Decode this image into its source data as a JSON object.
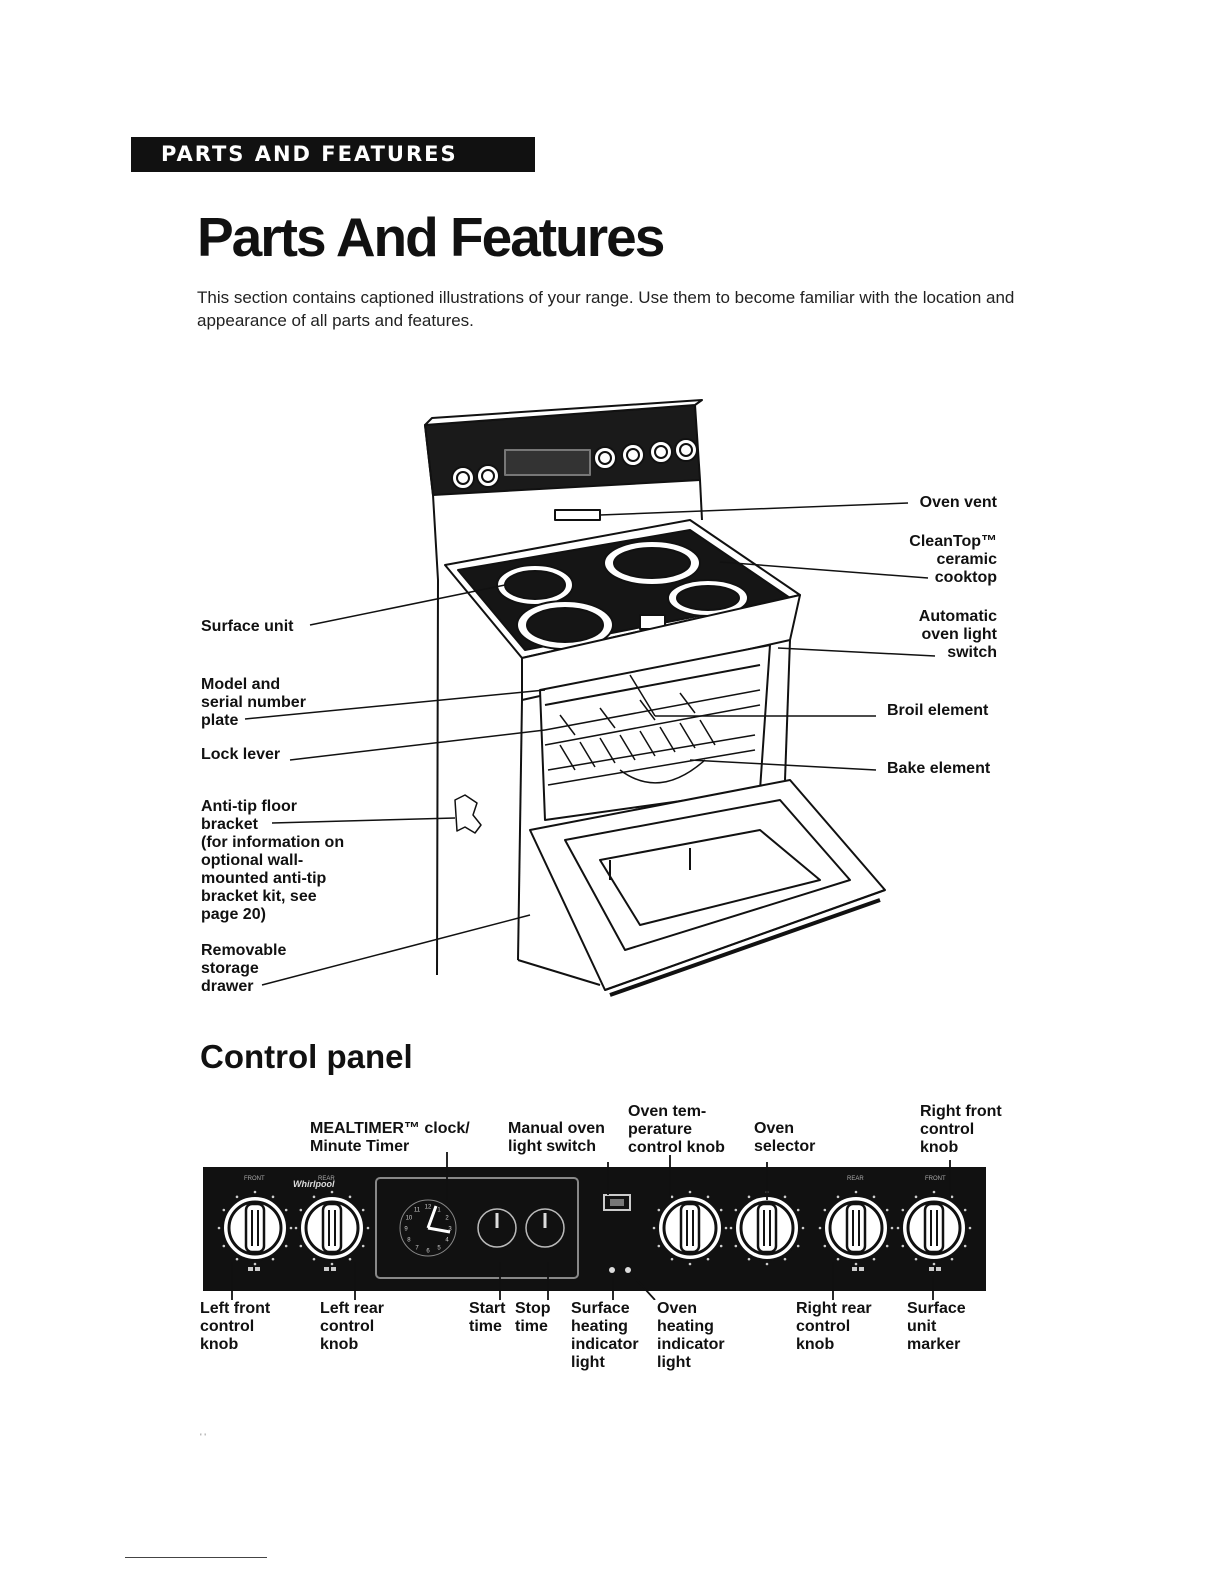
{
  "section_tab": "PARTS AND FEATURES",
  "page_title": "Parts And Features",
  "intro": "This section contains captioned illustrations of your range. Use them to become familiar with the location and appearance of all parts and features.",
  "range_callouts": {
    "oven_vent": "Oven vent",
    "cleantop": "CleanTop™\nceramic\ncooktop",
    "auto_light": "Automatic\noven light\nswitch",
    "broil": "Broil element",
    "bake": "Bake element",
    "surface_unit": "Surface unit",
    "model_plate": "Model and\nserial number\nplate",
    "lock_lever": "Lock lever",
    "anti_tip": "Anti-tip floor\nbracket\n(for information on\noptional wall-\nmounted anti-tip\nbracket kit, see\npage 20)",
    "drawer": "Removable\nstorage\ndrawer"
  },
  "control_heading": "Control panel",
  "panel_top_labels": {
    "clock": "MEALTIMER™ clock/\nMinute Timer",
    "manual_light": "Manual oven\nlight switch",
    "oven_temp": "Oven tem-\nperature\ncontrol knob",
    "oven_selector": "Oven\nselector",
    "right_front": "Right front\ncontrol\nknob"
  },
  "panel_bottom_labels": {
    "left_front": "Left front\ncontrol\nknob",
    "left_rear": "Left rear\ncontrol\nknob",
    "start_time": "Start\ntime",
    "stop_time": "Stop\ntime",
    "surface_light": "Surface\nheating\nindicator\nlight",
    "oven_light": "Oven\nheating\nindicator\nlight",
    "right_rear": "Right rear\ncontrol\nknob",
    "surface_marker": "Surface\nunit\nmarker"
  },
  "panel_marks": {
    "brand": "Whirlpool",
    "front": "FRONT",
    "rear": "REAR",
    "clock_numbers": [
      "12",
      "1",
      "2",
      "3",
      "4",
      "5",
      "6",
      "7",
      "8",
      "9",
      "10",
      "11"
    ]
  },
  "page_marks": {
    "stray": "' '"
  }
}
